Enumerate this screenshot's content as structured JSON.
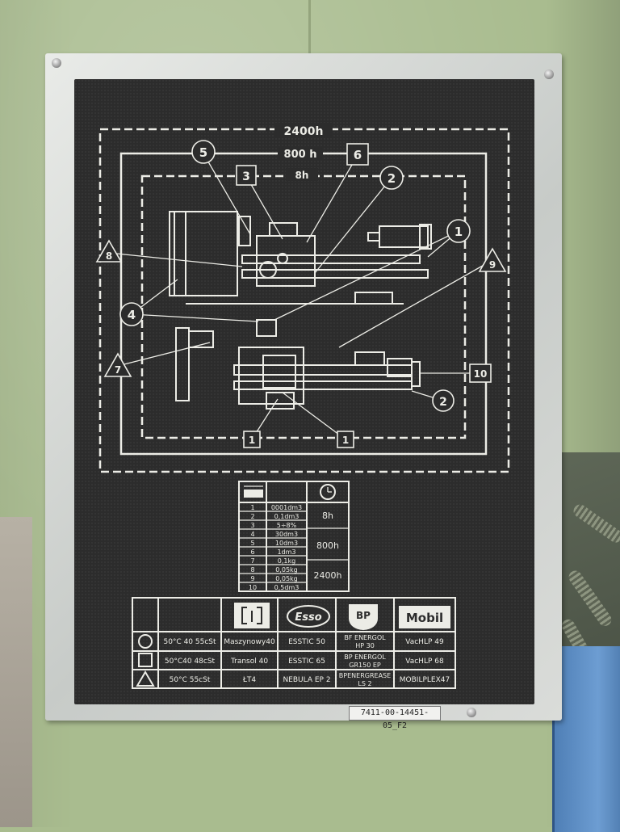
{
  "diagram": {
    "intervals": {
      "outer": "2400h",
      "middle": "800 h",
      "inner": "8h"
    },
    "point_labels": {
      "p5": "5",
      "p6": "6",
      "p3": "3",
      "p2_top": "2",
      "p1_right": "1",
      "p8": "8",
      "p9": "9",
      "p4": "4",
      "p7": "7",
      "p10": "10",
      "p2_bottom": "2",
      "p1_bl": "1",
      "p1_br": "1"
    }
  },
  "quantities_table": {
    "rows": [
      {
        "num": "1",
        "qty": "0001dm3"
      },
      {
        "num": "2",
        "qty": "0,1dm3"
      },
      {
        "num": "3",
        "qty": "5÷8%"
      },
      {
        "num": "4",
        "qty": "30dm3"
      },
      {
        "num": "5",
        "qty": "10dm3"
      },
      {
        "num": "6",
        "qty": "1dm3"
      },
      {
        "num": "7",
        "qty": "0,1kg"
      },
      {
        "num": "8",
        "qty": "0,05kg"
      },
      {
        "num": "9",
        "qty": "0,05kg"
      },
      {
        "num": "10",
        "qty": "0,5dm3"
      }
    ],
    "period_groups": [
      "8h",
      "800h",
      "2400h"
    ]
  },
  "lubricants_table": {
    "brands": {
      "esso": "Esso",
      "bp": "BP",
      "mobil": "Mobil"
    },
    "rows": [
      {
        "spec": "50°C 40 55cSt",
        "col1": "Maszynowy40",
        "esso": "ESSTIC 50",
        "bp_line1": "BF ENERGOL",
        "bp_line2": "HP 30",
        "mobil": "VacHLP 49"
      },
      {
        "spec": "50°C40 48cSt",
        "col1": "Transol 40",
        "esso": "ESSTIC 65",
        "bp_line1": "BP ENERGOL",
        "bp_line2": "GR150 EP",
        "mobil": "VacHLP 68"
      },
      {
        "spec": "50°C 55cSt",
        "col1": "ŁT4",
        "esso": "NEBULA EP 2",
        "bp_line1": "BPENERGREASE",
        "bp_line2": "LS 2",
        "mobil": "MOBILPLEX47"
      }
    ]
  },
  "part_number": "7411-00-14451-05_F2"
}
